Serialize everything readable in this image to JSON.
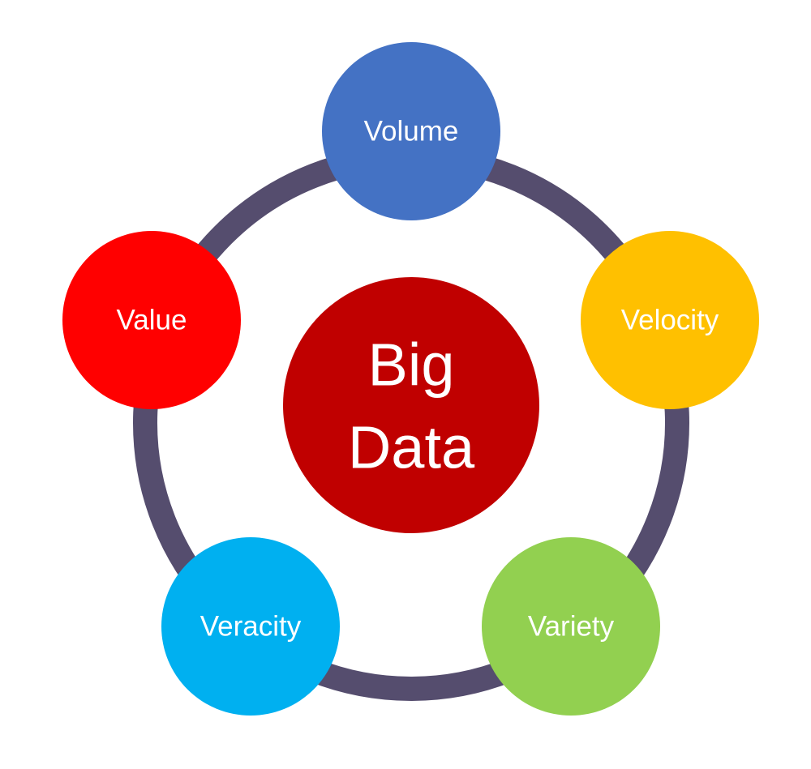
{
  "center": {
    "line1": "Big",
    "line2": "Data",
    "color": "#C00000"
  },
  "ring_color": "#554D6E",
  "nodes": [
    {
      "label": "Volume",
      "color": "#4472C4"
    },
    {
      "label": "Velocity",
      "color": "#FFC000"
    },
    {
      "label": "Variety",
      "color": "#92D050"
    },
    {
      "label": "Veracity",
      "color": "#00B0F0"
    },
    {
      "label": "Value",
      "color": "#FF0000"
    }
  ]
}
